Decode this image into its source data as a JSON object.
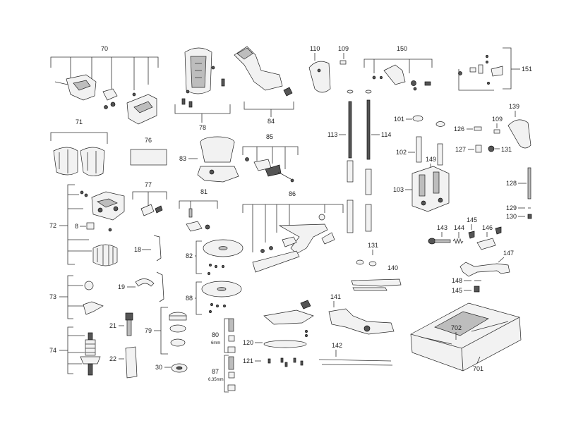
{
  "diagram": {
    "labels": {
      "l70": "70",
      "l71": "71",
      "l72": "72",
      "l8": "8",
      "l73": "73",
      "l74": "74",
      "l76": "76",
      "l77": "77",
      "l18": "18",
      "l19": "19",
      "l21": "21",
      "l22": "22",
      "l79": "79",
      "l30": "30",
      "l78": "78",
      "l83": "83",
      "l81": "81",
      "l82": "82",
      "l88": "88",
      "l80": "80",
      "l80sub": "6mm",
      "l87": "87",
      "l87sub": "6.35mm",
      "l84": "84",
      "l85": "85",
      "l86": "86",
      "l110": "110",
      "l109a": "109",
      "l113": "113",
      "l114": "114",
      "l131a": "131",
      "l141": "141",
      "l140": "140",
      "l120": "120",
      "l121": "121",
      "l142": "142",
      "l150": "150",
      "l151": "151",
      "l101": "101",
      "l126": "126",
      "l109b": "109",
      "l139": "139",
      "l102": "102",
      "l127": "127",
      "l131b": "131",
      "l149": "149",
      "l103": "103",
      "l128": "128",
      "l129": "129",
      "l130": "130",
      "l143": "143",
      "l144": "144",
      "l145a": "145",
      "l146": "146",
      "l147": "147",
      "l148": "148",
      "l145b": "145",
      "l702": "702",
      "l701": "701"
    }
  }
}
